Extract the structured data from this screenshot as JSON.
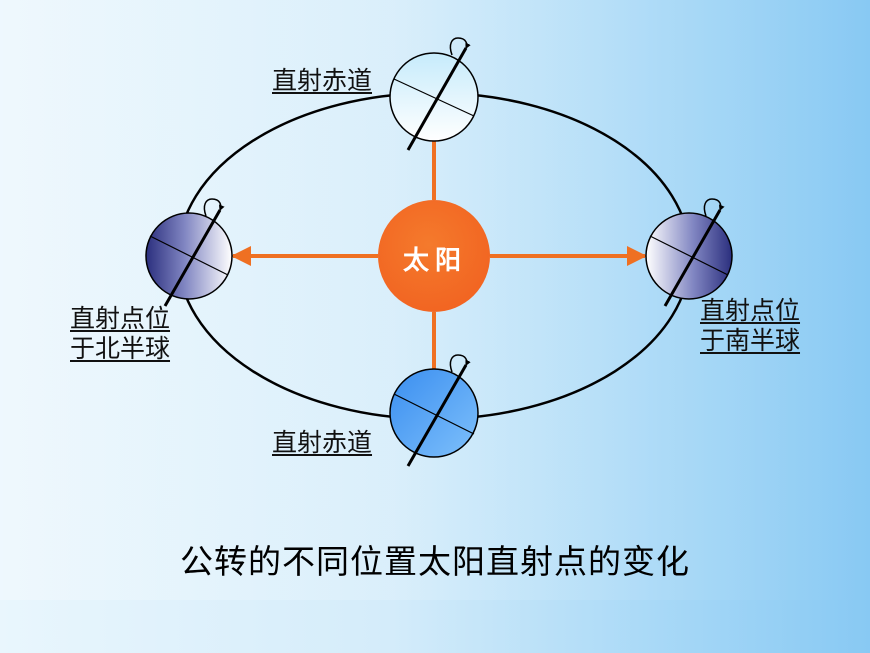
{
  "sun": {
    "label": "太阳",
    "color": "#f26522"
  },
  "arrow_color": "#ef7022",
  "positions": {
    "top": {
      "label": "直射赤道"
    },
    "bottom": {
      "label": "直射赤道"
    },
    "left": {
      "label_line1": "直射点位",
      "label_line2": "于北半球"
    },
    "right": {
      "label_line1": "直射点位",
      "label_line2": "于南半球"
    }
  },
  "caption": "公转的不同位置太阳直射点的变化"
}
